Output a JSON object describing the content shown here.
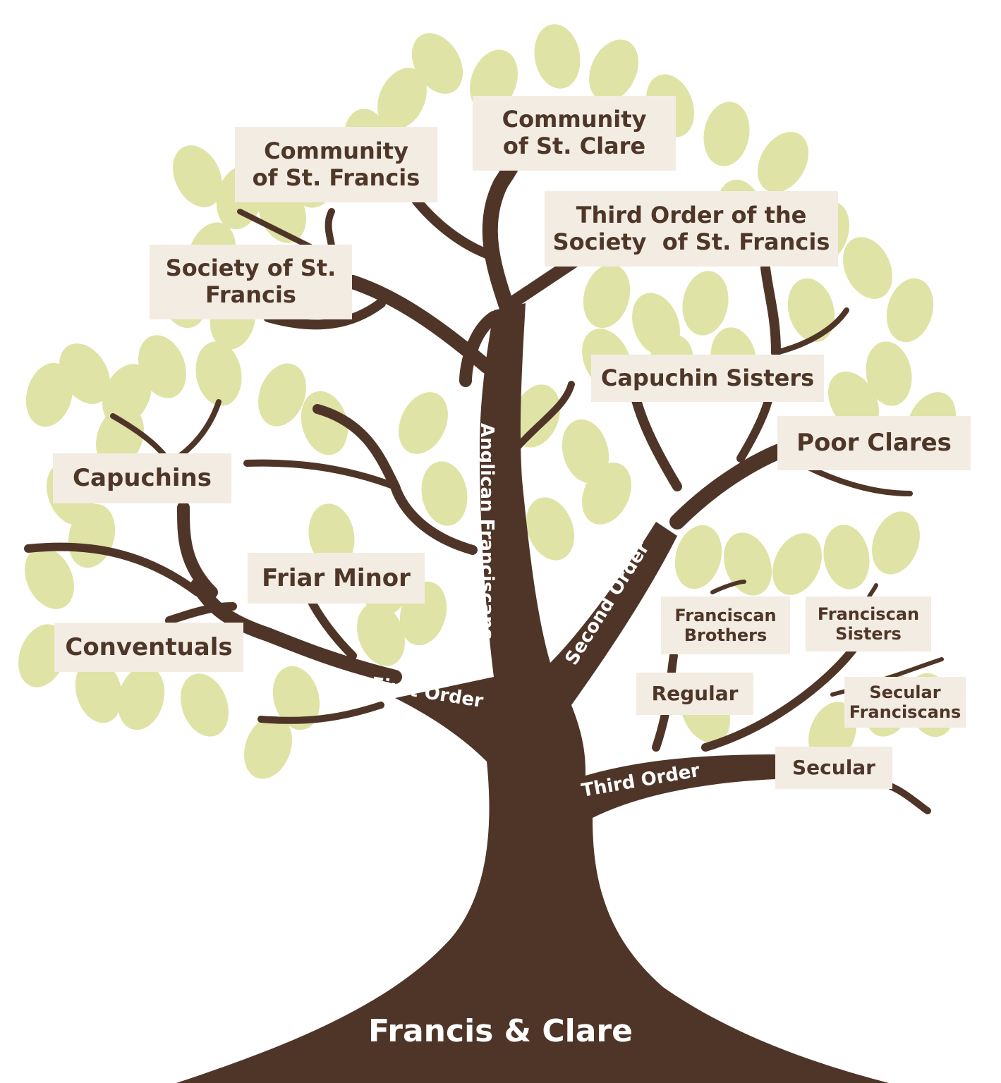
{
  "colors": {
    "trunk": "#4f3528",
    "leaf": "#dfe3a5",
    "label_bg": "#f3ece3",
    "label_text": "#4e3629",
    "branch_text": "#ffffff"
  },
  "root": {
    "title": "Francis & Clare"
  },
  "branches": {
    "first_order": "First Order",
    "anglican": "Anglican Franciscans",
    "second_order": "Second Order",
    "third_order": "Third Order"
  },
  "labels": {
    "community_st_francis": {
      "line1": "Community",
      "line2": "of St. Francis"
    },
    "community_st_clare": {
      "line1": "Community",
      "line2": "of St. Clare"
    },
    "third_order_ssf": {
      "line1": "Third Order of the",
      "line2": "Society  of St. Francis"
    },
    "society_st_francis": {
      "line1": "Society of St.",
      "line2": "Francis"
    },
    "capuchin_sisters": "Capuchin Sisters",
    "poor_clares": "Poor Clares",
    "capuchins": "Capuchins",
    "friar_minor": "Friar Minor",
    "conventuals": "Conventuals",
    "franciscan_brothers": {
      "line1": "Franciscan",
      "line2": "Brothers"
    },
    "franciscan_sisters": {
      "line1": "Franciscan",
      "line2": "Sisters"
    },
    "regular": "Regular",
    "secular_franciscans": {
      "line1": "Secular",
      "line2": "Franciscans"
    },
    "secular": "Secular"
  }
}
